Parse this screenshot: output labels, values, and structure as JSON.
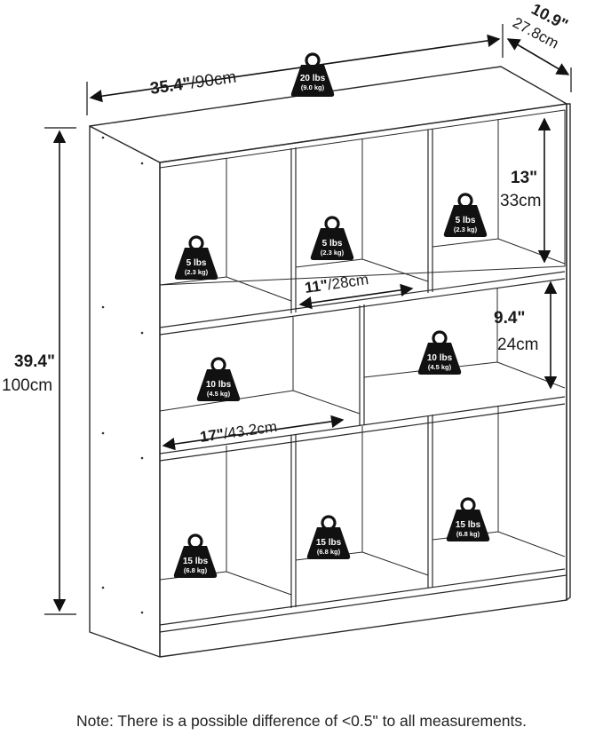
{
  "dimensions": {
    "width_in": "35.4\"",
    "width_cm": "/90cm",
    "depth_in": "10.9\"",
    "depth_cm": "27.8cm",
    "height_in": "39.4\"",
    "height_cm": "100cm",
    "top_shelf_in": "13\"",
    "top_shelf_cm": "33cm",
    "mid_shelf_in": "9.4\"",
    "mid_shelf_cm": "24cm",
    "cube_width_in": "11\"",
    "cube_width_cm": "/28cm",
    "wide_cube_in": "17\"",
    "wide_cube_cm": "/43.2cm"
  },
  "weights": {
    "top": {
      "lbs": "20 lbs",
      "kg": "(9.0 kg)"
    },
    "cube_small": {
      "lbs": "5 lbs",
      "kg": "(2.3 kg)"
    },
    "cube_medium": {
      "lbs": "10 lbs",
      "kg": "(4.5 kg)"
    },
    "cube_large": {
      "lbs": "15 lbs",
      "kg": "(6.8 kg)"
    }
  },
  "note": "Note: There is a possible difference of <0.5\" to all measurements."
}
